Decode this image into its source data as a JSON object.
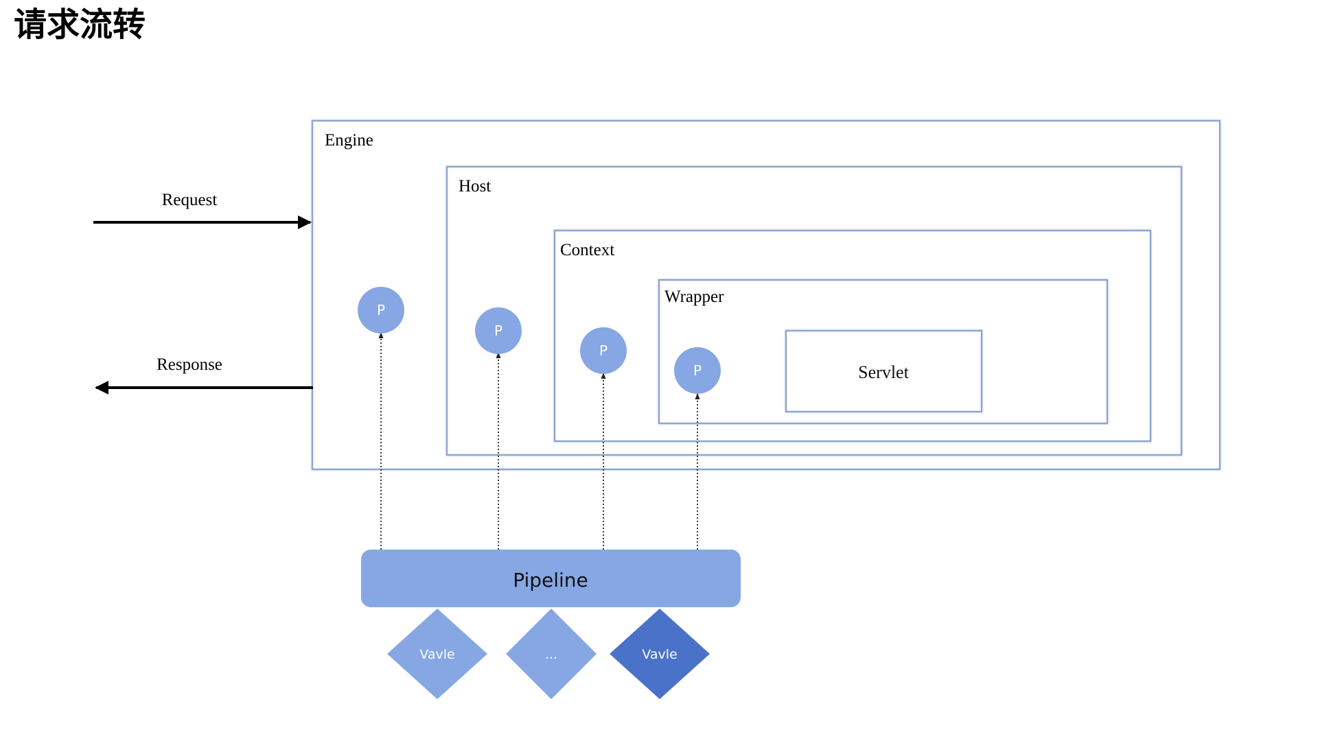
{
  "title": "请求流转",
  "flow": {
    "request_label": "Request",
    "response_label": "Response"
  },
  "containers": {
    "engine": "Engine",
    "host": "Host",
    "context": "Context",
    "wrapper": "Wrapper",
    "servlet": "Servlet"
  },
  "pipeline_points": [
    "P",
    "P",
    "P",
    "P"
  ],
  "pipeline": {
    "label": "Pipeline"
  },
  "valves": [
    {
      "label": "Vavle",
      "color": "#86a7e4"
    },
    {
      "label": "...",
      "color": "#86a7e4"
    },
    {
      "label": "Vavle",
      "color": "#4a72c8"
    }
  ],
  "colors": {
    "box_border": "#8fa6d0",
    "point_fill": "#86a7e4",
    "pipeline_fill": "#86a7e4",
    "valve_fill": "#86a7e4",
    "valve_active_fill": "#4a72c8"
  }
}
